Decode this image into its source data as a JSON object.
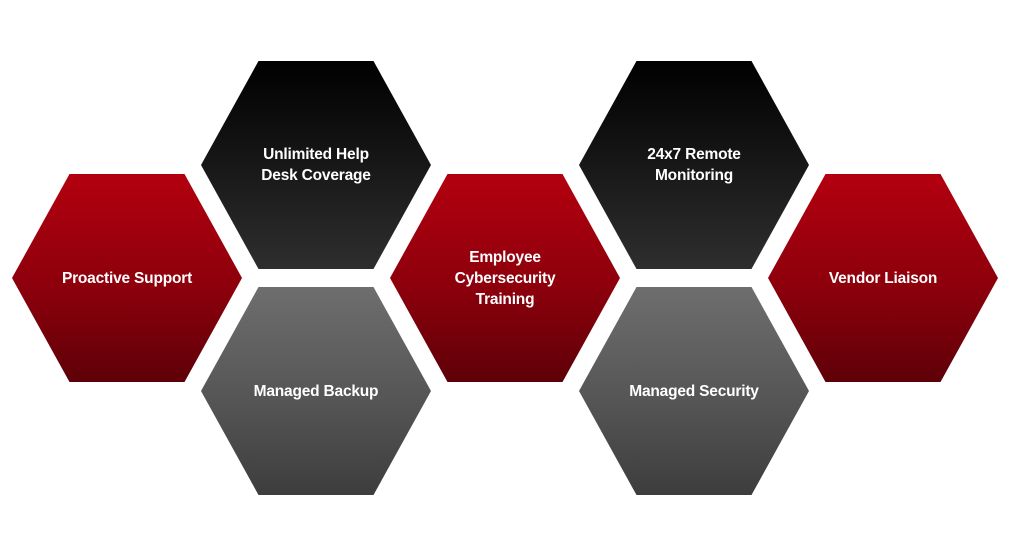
{
  "hexagons": {
    "proactive_support": "Proactive Support",
    "help_desk": "Unlimited Help Desk Coverage",
    "managed_backup": "Managed Backup",
    "cybersecurity_training": "Employee Cybersecurity Training",
    "remote_monitoring": "24x7 Remote Monitoring",
    "managed_security": "Managed Security",
    "vendor_liaison": "Vendor Liaison"
  },
  "colors": {
    "red": "#b3000f",
    "black": "#000000",
    "gray": "#6e6e6e"
  }
}
